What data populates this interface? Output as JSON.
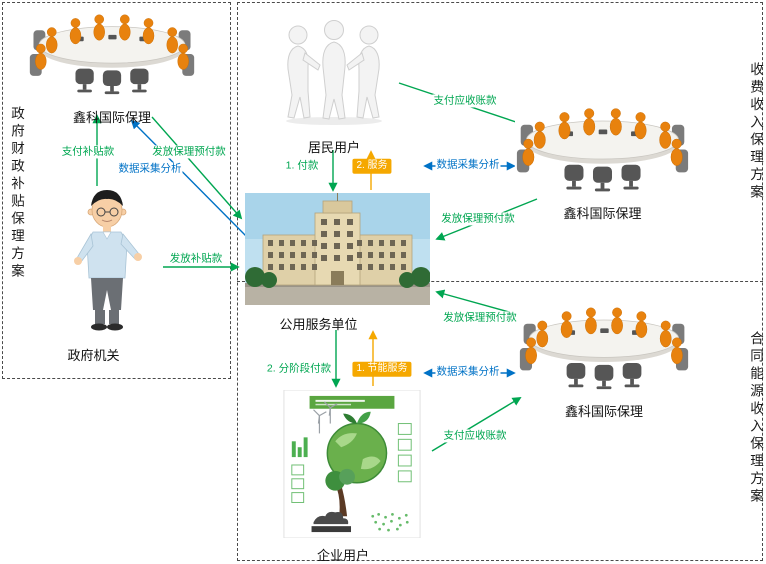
{
  "diagram": {
    "regions": {
      "government_subsidy": {
        "label": "政府财政补贴保理方案"
      },
      "fee_income": {
        "label": "收费收入保理方案"
      },
      "energy_contract_income": {
        "label": "合同能源收入保理方案"
      }
    },
    "nodes": {
      "factor_left": {
        "label": "鑫科国际保理"
      },
      "government": {
        "label": "政府机关"
      },
      "residents": {
        "label": "居民用户"
      },
      "factor_top": {
        "label": "鑫科国际保理"
      },
      "public_service": {
        "label": "公用服务单位"
      },
      "factor_bottom": {
        "label": "鑫科国际保理"
      },
      "enterprise": {
        "label": "企业用户"
      }
    },
    "flows": {
      "pay_subsidy": {
        "label": "支付补贴款",
        "color": "green"
      },
      "advance_left": {
        "label": "发放保理预付款",
        "color": "green"
      },
      "data_left": {
        "label": "数据采集分析",
        "color": "blue"
      },
      "grant_subsidy": {
        "label": "发放补贴款",
        "color": "green"
      },
      "payment": {
        "label": "1. 付款",
        "color": "green"
      },
      "service": {
        "label": "2. 服务",
        "color": "orange"
      },
      "pay_receivables_top": {
        "label": "支付应收账款",
        "color": "green"
      },
      "data_top": {
        "label": "数据采集分析",
        "color": "blue"
      },
      "advance_top": {
        "label": "发放保理预付款",
        "color": "green"
      },
      "advance_bottom": {
        "label": "发放保理预付款",
        "color": "green"
      },
      "data_bottom": {
        "label": "数据采集分析",
        "color": "blue"
      },
      "pay_receivables_bottom": {
        "label": "支付应收账款",
        "color": "green"
      },
      "phased_payment": {
        "label": "2. 分阶段付款",
        "color": "green"
      },
      "energy_service": {
        "label": "1. 节能服务",
        "color": "orange"
      }
    },
    "colors": {
      "green": "#00A651",
      "blue": "#0072C6",
      "orange": "#F5A800"
    }
  }
}
